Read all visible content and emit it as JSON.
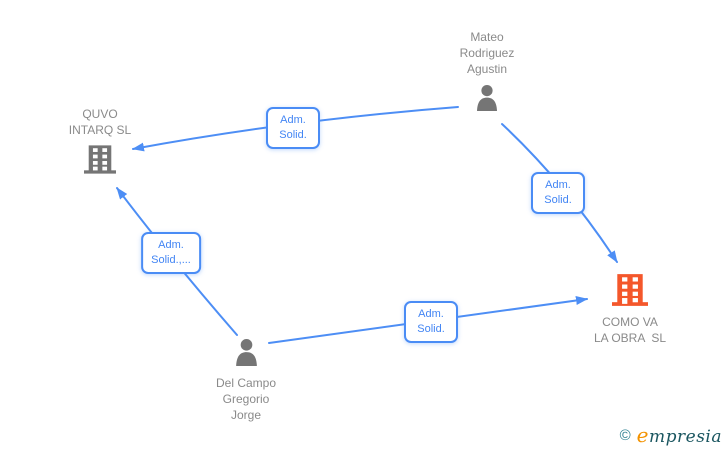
{
  "diagram": {
    "type": "corporate-relationship-graph",
    "nodes": {
      "mateo": {
        "id": "mateo-rodriguez-agustin",
        "type": "person",
        "lines": [
          "Mateo",
          "Rodriguez",
          "Agustin"
        ],
        "label_position": "above"
      },
      "quvo": {
        "id": "quvo-intarq-sl",
        "type": "company",
        "lines": [
          "QUVO",
          "INTARQ SL"
        ],
        "label_position": "above"
      },
      "como_va": {
        "id": "como-va-la-obra-sl",
        "type": "company",
        "highlighted": true,
        "lines": [
          "COMO VA",
          "LA OBRA  SL"
        ],
        "label_position": "below"
      },
      "del_campo": {
        "id": "del-campo-gregorio-jorge",
        "type": "person",
        "lines": [
          "Del Campo",
          "Gregorio",
          "Jorge"
        ],
        "label_position": "below"
      }
    },
    "edges": [
      {
        "from": "mateo-rodriguez-agustin",
        "to": "quvo-intarq-sl",
        "label_line1": "Adm.",
        "label_line2": "Solid."
      },
      {
        "from": "mateo-rodriguez-agustin",
        "to": "como-va-la-obra-sl",
        "label_line1": "Adm.",
        "label_line2": "Solid."
      },
      {
        "from": "del-campo-gregorio-jorge",
        "to": "quvo-intarq-sl",
        "label_line1": "Adm.",
        "label_line2": "Solid.,..."
      },
      {
        "from": "del-campo-gregorio-jorge",
        "to": "como-va-la-obra-sl",
        "label_line1": "Adm.",
        "label_line2": "Solid."
      }
    ]
  },
  "colors": {
    "edge_blue": "#4d8ef5",
    "label_border_blue": "#4a8cf5",
    "label_text_blue": "#4285f4",
    "node_gray": "#757575",
    "node_text_gray": "#8a8a8a",
    "highlight_orange": "#f4572b",
    "logo_teal": "#1a5660",
    "logo_copyright_teal": "#2b7f90",
    "logo_orange": "#f39200"
  },
  "watermark": {
    "copyright_symbol": "©",
    "brand_first_letter": "e",
    "brand_rest": "mpresia"
  }
}
